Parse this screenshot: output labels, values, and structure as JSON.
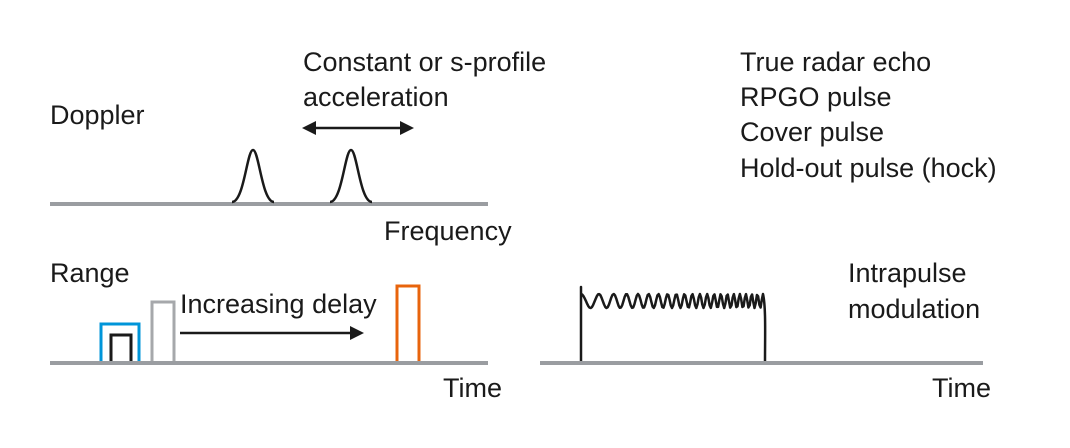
{
  "doppler": {
    "title": "Doppler",
    "axis_label": "Frequency",
    "annotation_line1": "Constant or s-profile",
    "annotation_line2": "acceleration"
  },
  "range": {
    "title": "Range",
    "axis_label": "Time",
    "annotation": "Increasing delay"
  },
  "intrapulse": {
    "title_line1": "Intrapulse",
    "title_line2": "modulation",
    "axis_label": "Time"
  },
  "legend": {
    "items": [
      {
        "label": "True radar echo",
        "color": "#1a1a1a"
      },
      {
        "label": "RPGO pulse",
        "color": "#a6a8ab"
      },
      {
        "label": "Cover pulse",
        "color": "#0095d9"
      },
      {
        "label": "Hold-out pulse (hock)",
        "color": "#e8640c"
      }
    ]
  },
  "colors": {
    "axis": "#9a9da1",
    "ink": "#1a1a1a"
  }
}
